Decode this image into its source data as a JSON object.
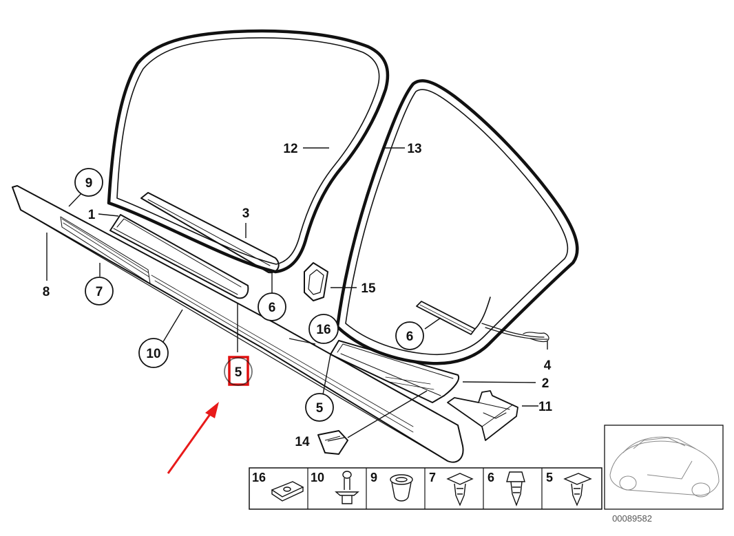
{
  "diagram": {
    "callouts": {
      "c1": "1",
      "c2": "2",
      "c3": "3",
      "c4": "4",
      "c5_highlight": "5",
      "c5_lower": "5",
      "c6_door": "6",
      "c6_rear": "6",
      "c7": "7",
      "c8": "8",
      "c9": "9",
      "c10": "10",
      "c11": "11",
      "c12": "12",
      "c13": "13",
      "c14": "14",
      "c15": "15",
      "c16": "16"
    },
    "legend": {
      "items": [
        {
          "label": "16"
        },
        {
          "label": "10"
        },
        {
          "label": "9"
        },
        {
          "label": "7"
        },
        {
          "label": "6"
        },
        {
          "label": "5"
        }
      ]
    },
    "reference_number": "00089582",
    "colors": {
      "line": "#111111",
      "highlight": "#e01010",
      "arrow": "#e81a1a"
    }
  }
}
